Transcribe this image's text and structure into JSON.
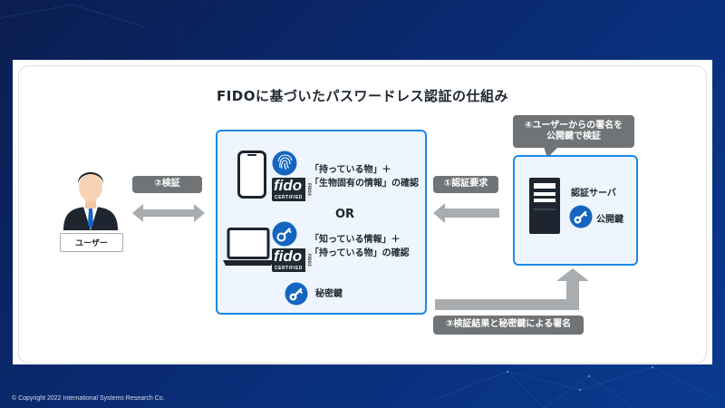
{
  "title": "FIDOに基づいたパスワードレス認証の仕組み",
  "user": {
    "label": "ユーザー"
  },
  "steps": {
    "verify": "②検証",
    "auth_request": "①認証要求",
    "signature_check_line1": "④ユーザーからの署名を",
    "signature_check_line2": "公開鍵で検証",
    "result_sign": "③検証結果と秘密鍵による署名"
  },
  "device": {
    "line1_a": "「持っている物」＋",
    "line1_b": "「生物固有の情報」の確認",
    "or": "OR",
    "line2_a": "「知っている情報」＋",
    "line2_b": "「持っている物」の確認",
    "private_key": "秘密鍵",
    "fido_word": "fido",
    "fido_cert": "CERTIFIED",
    "fido_side": "FIDO2"
  },
  "server": {
    "label": "認証サーバ",
    "public_key": "公開鍵"
  },
  "copyright": "© Copyright 2022 International Systems Research Co.",
  "colors": {
    "accent": "#1e88e5",
    "pill": "#707476",
    "arrow": "#a9adb0",
    "key_blue": "#1565c0"
  }
}
